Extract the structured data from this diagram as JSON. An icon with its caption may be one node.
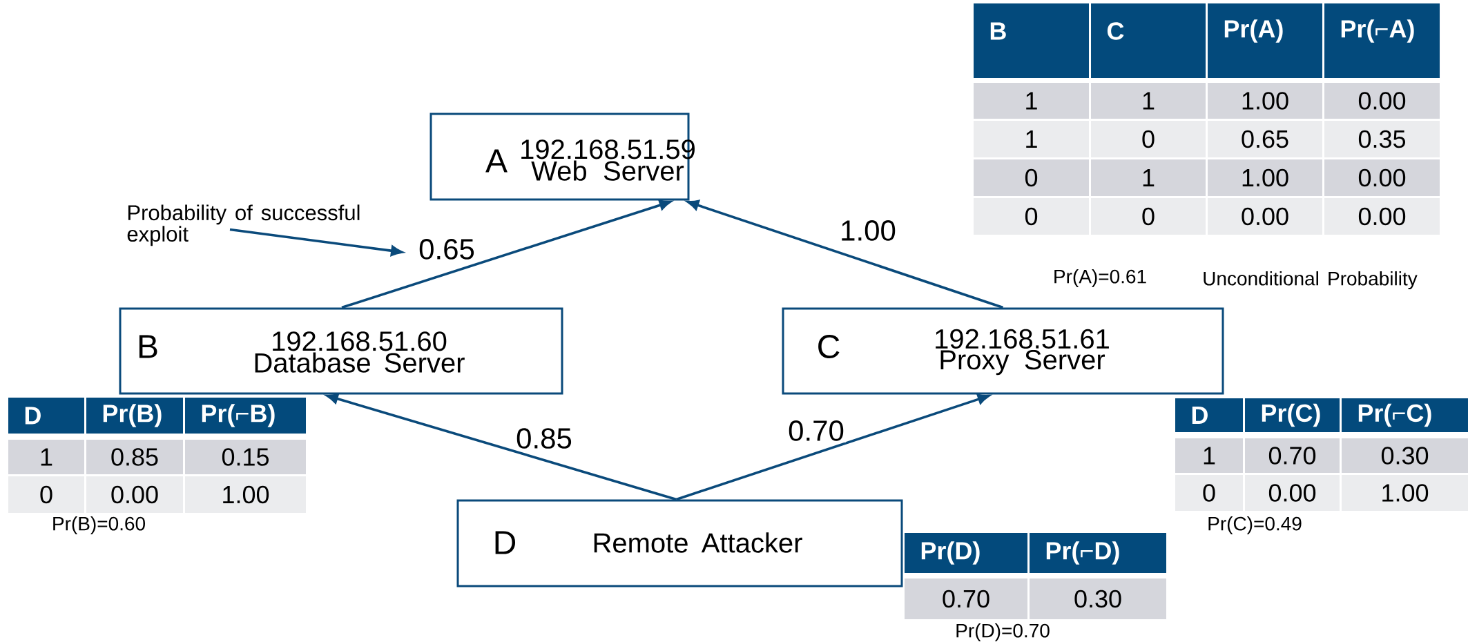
{
  "diagram": {
    "nodes": [
      {
        "text": [
          "A",
          "192.168.51.59 Web Server"
        ]
      },
      {
        "text": [
          "B",
          "192.168.51.60 Database Server"
        ]
      },
      {
        "text": [
          "C",
          "192.168.51.61 Proxy Server"
        ]
      },
      {
        "text": [
          "D",
          "Remote Attacker"
        ]
      },
      {
        "text": [
          "Probability of successful exploit"
        ]
      }
    ],
    "edges": [
      {
        "from": 1,
        "to": 0,
        "arrow": "to",
        "label": "0.65"
      },
      {
        "from": 2,
        "to": 0,
        "arrow": "to",
        "label": "1.00"
      },
      {
        "from": 3,
        "to": 1,
        "arrow": "to",
        "label": "0.85"
      },
      {
        "from": 3,
        "to": 2,
        "arrow": "to",
        "label": "0.70"
      },
      {
        "from": 4,
        "to": null,
        "arrow": "to"
      }
    ],
    "labels": [
      "B",
      "C",
      "Pr(A)",
      "Pr(⌐A)",
      "1",
      "1",
      "1.00",
      "0.00",
      "1",
      "0",
      "0.65",
      "0.35",
      "0",
      "1",
      "1.00",
      "0.00",
      "0",
      "0",
      "0.00",
      "0.00",
      "Pr(A)=0.61",
      "Unconditional Probability",
      "D",
      "Pr(B)",
      "Pr(⌐B)",
      "1",
      "0.85",
      "0.15",
      "0",
      "0.00",
      "1.00",
      "Pr(B)=0.60",
      "D",
      "Pr(C)",
      "Pr(⌐C)",
      "1",
      "0.70",
      "0.30",
      "0",
      "0.00",
      "1.00",
      "Pr(C)=0.49",
      "Pr(D)",
      "Pr(⌐D)",
      "0.70",
      "0.30",
      "Pr(D)=0.70"
    ]
  }
}
